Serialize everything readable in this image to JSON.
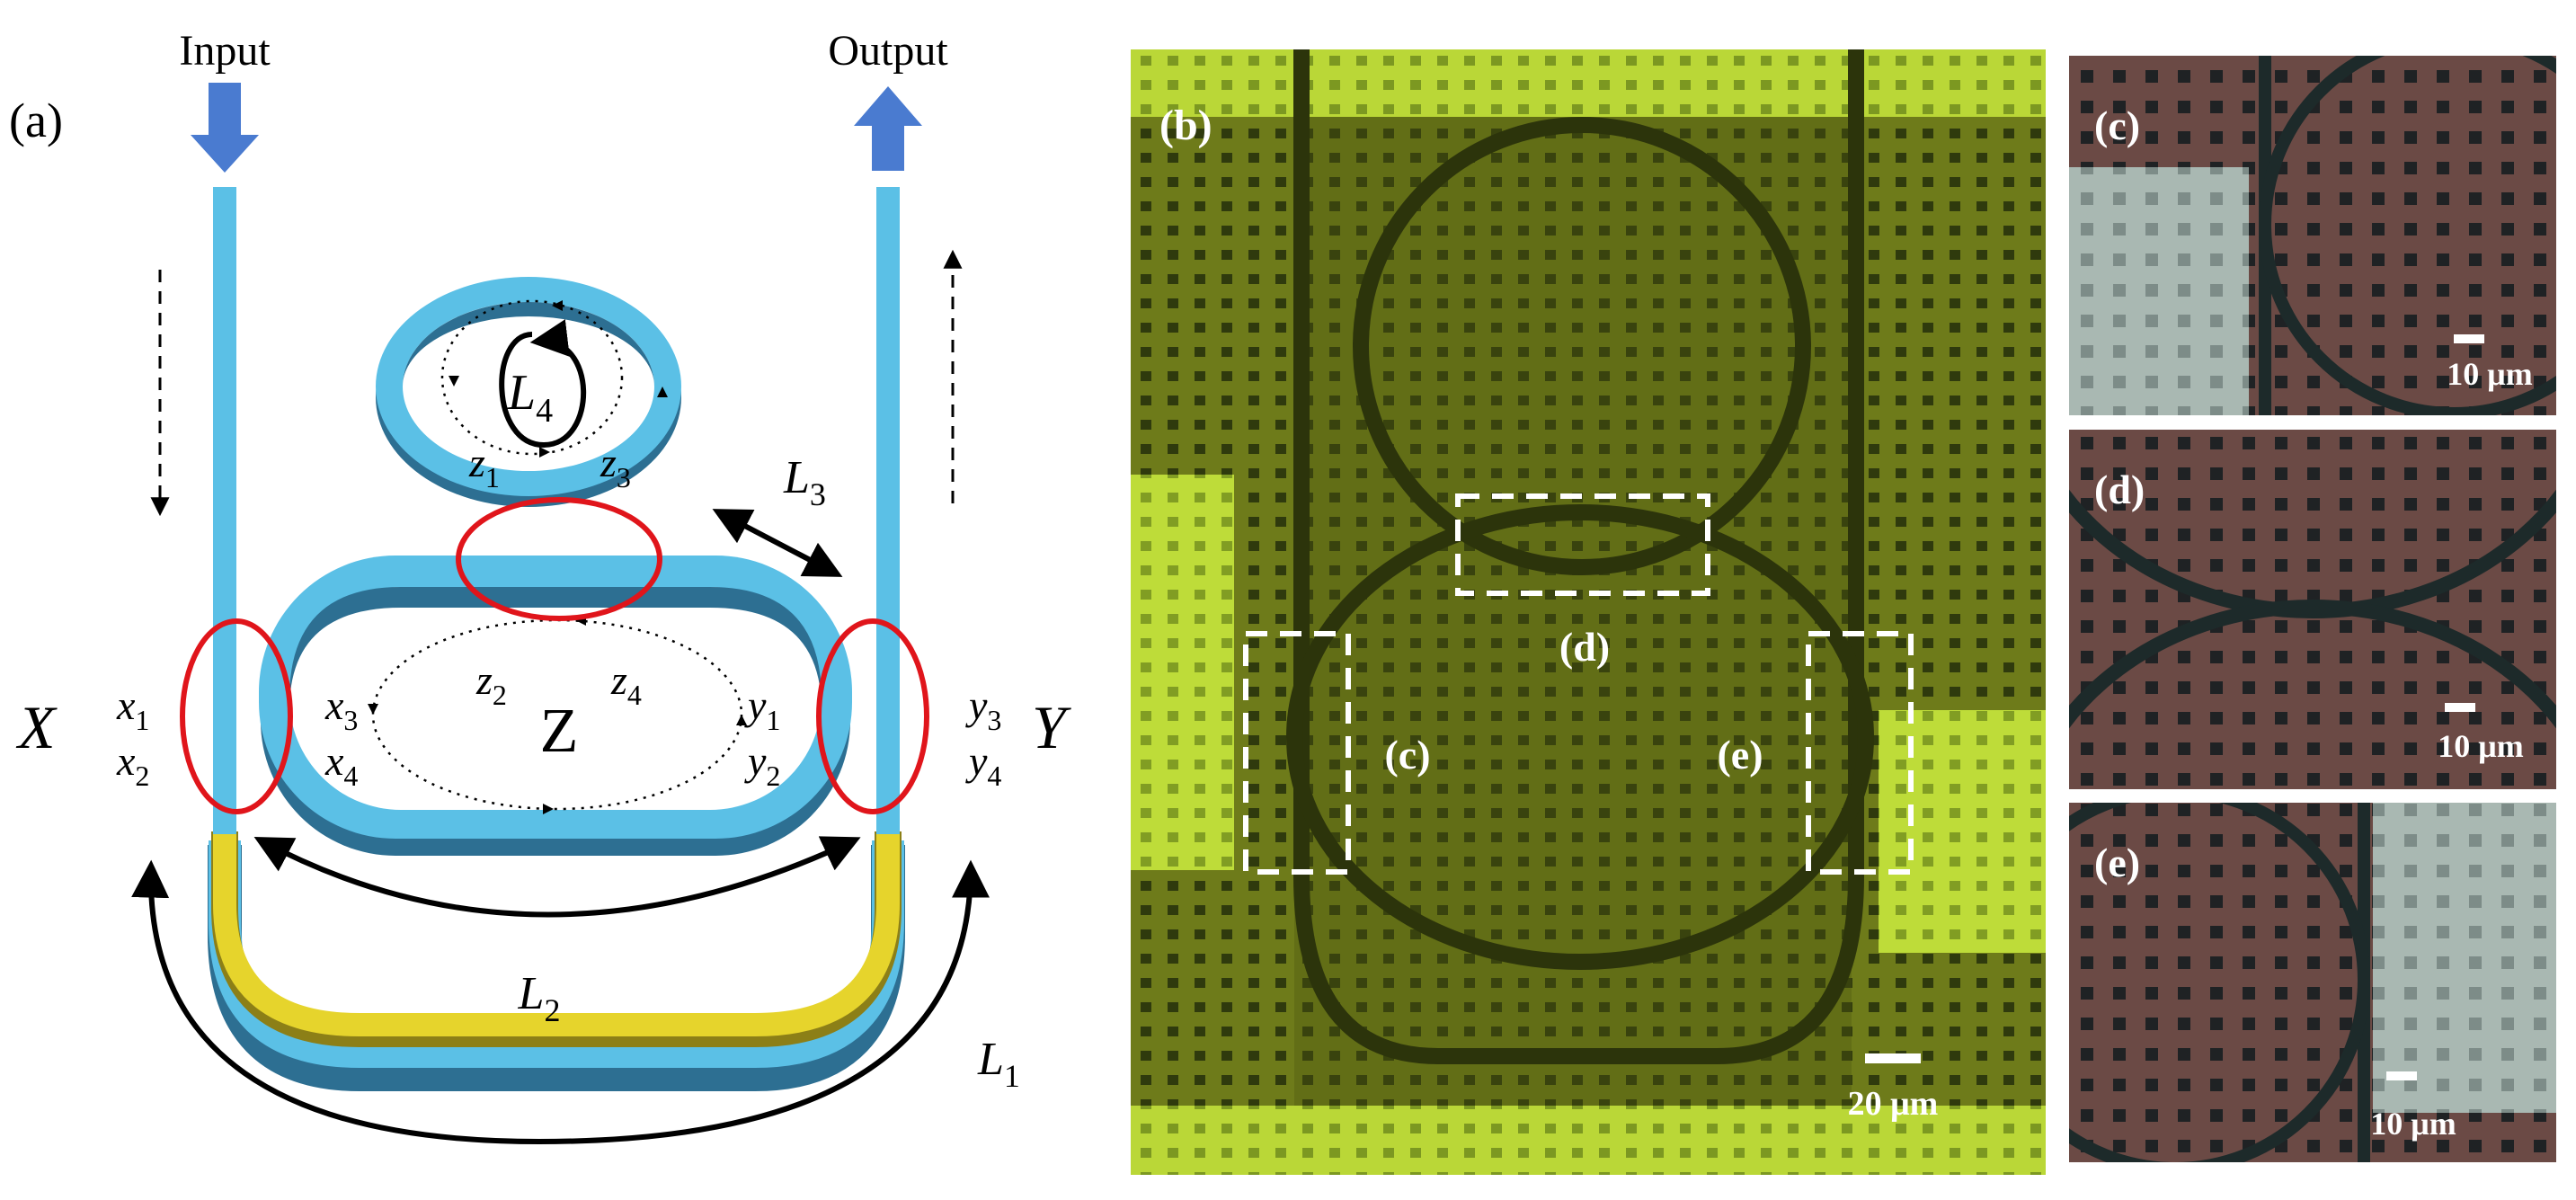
{
  "panel_a": {
    "label": "(a)",
    "input_label": "Input",
    "output_label": "Output",
    "port_left": "X",
    "port_right": "Y",
    "center_node": "Z",
    "x1_base": "x",
    "x1_sub": "1",
    "x2_base": "x",
    "x2_sub": "2",
    "x3_base": "x",
    "x3_sub": "3",
    "x4_base": "x",
    "x4_sub": "4",
    "y1_base": "y",
    "y1_sub": "1",
    "y2_base": "y",
    "y2_sub": "2",
    "y3_base": "y",
    "y3_sub": "3",
    "y4_base": "y",
    "y4_sub": "4",
    "z1_base": "z",
    "z1_sub": "1",
    "z2_base": "z",
    "z2_sub": "2",
    "z3_base": "z",
    "z3_sub": "3",
    "z4_base": "z",
    "z4_sub": "4",
    "L1_base": "L",
    "L1_sub": "1",
    "L2_base": "L",
    "L2_sub": "2",
    "L3_base": "L",
    "L3_sub": "3",
    "L4_base": "L",
    "L4_sub": "4"
  },
  "panel_b": {
    "label": "(b)",
    "box_c": "(c)",
    "box_d": "(d)",
    "box_e": "(e)",
    "scale": "20 μm"
  },
  "panel_c": {
    "label": "(c)",
    "scale": "10 μm"
  },
  "panel_d": {
    "label": "(d)",
    "scale": "10 μm"
  },
  "panel_e": {
    "label": "(e)",
    "scale": "10 μm"
  },
  "colors": {
    "waveguide_blue": "#5bc0e6",
    "waveguide_yellow": "#e6d42c",
    "coupler_red": "#e0151b",
    "arrow_blue": "#4a7bd0",
    "micrograph_green": "#6c7a18"
  }
}
